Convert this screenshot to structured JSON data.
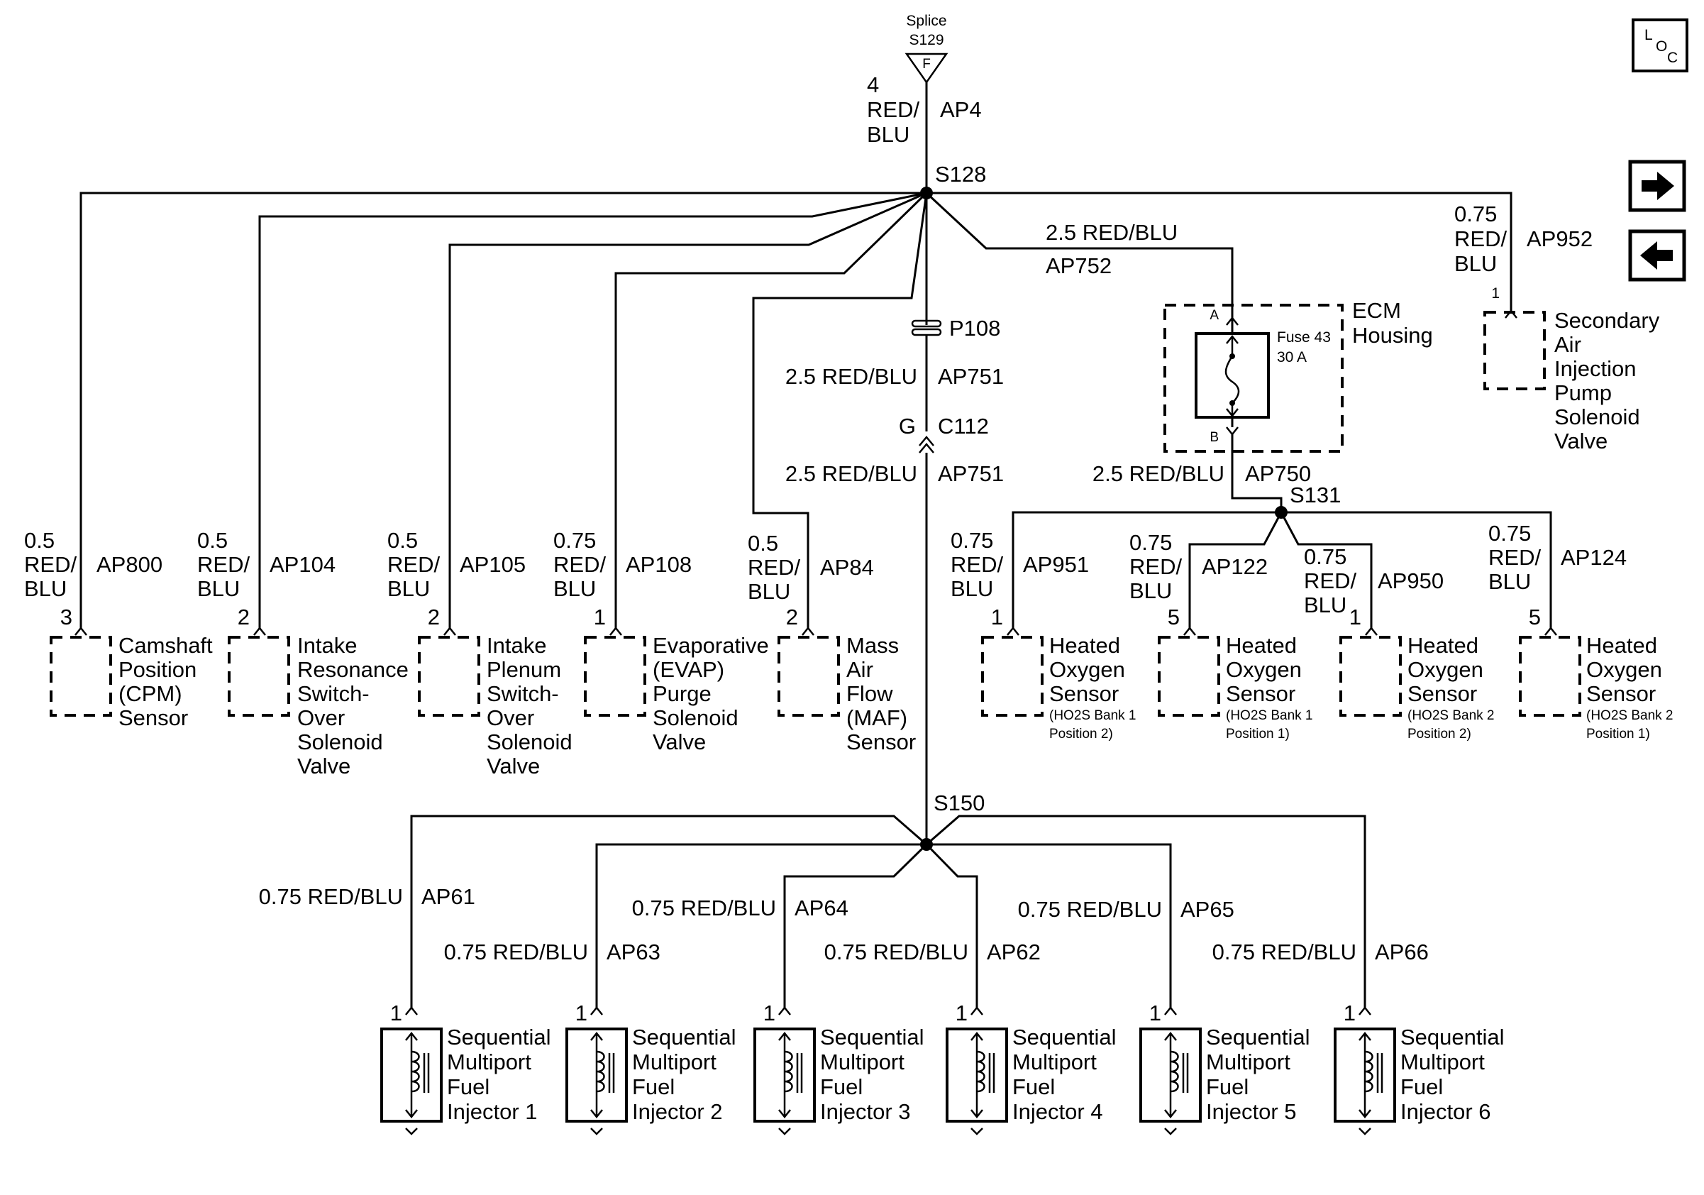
{
  "splice": {
    "label": "Splice",
    "id": "S129",
    "pin": "F",
    "gauge": "4",
    "color1": "RED/",
    "color2": "BLU",
    "circuit": "AP4"
  },
  "nodes": {
    "s128": "S128",
    "s150": "S150",
    "s131": "S131"
  },
  "fuse_path": {
    "p108": "P108",
    "wire1_gc": "2.5 RED/BLU",
    "wire1_circuit": "AP751",
    "c112_pin": "G",
    "c112": "C112",
    "wire2_gc": "2.5 RED/BLU",
    "wire2_circuit": "AP751"
  },
  "ecm": {
    "wire_in_gc": "2.5 RED/BLU",
    "wire_in_circuit": "AP752",
    "housing1": "ECM",
    "housing2": "Housing",
    "fuse_name": "Fuse 43",
    "fuse_rating": "30 A",
    "pin_a": "A",
    "pin_b": "B",
    "wire_out_gc": "2.5 RED/BLU",
    "wire_out_circuit": "AP750"
  },
  "secondary_air": {
    "gauge": "0.75",
    "color1": "RED/",
    "color2": "BLU",
    "circuit": "AP952",
    "pin": "1",
    "name": [
      "Secondary",
      "Air",
      "Injection",
      "Pump",
      "Solenoid",
      "Valve"
    ]
  },
  "sensors": [
    {
      "gauge": "0.5",
      "color1": "RED/",
      "color2": "BLU",
      "circuit": "AP800",
      "pin": "3",
      "name": [
        "Camshaft",
        "Position",
        "(CPM)",
        "Sensor"
      ]
    },
    {
      "gauge": "0.5",
      "color1": "RED/",
      "color2": "BLU",
      "circuit": "AP104",
      "pin": "2",
      "name": [
        "Intake",
        "Resonance",
        "Switch-",
        "Over",
        "Solenoid",
        "Valve"
      ]
    },
    {
      "gauge": "0.5",
      "color1": "RED/",
      "color2": "BLU",
      "circuit": "AP105",
      "pin": "2",
      "name": [
        "Intake",
        "Plenum",
        "Switch-",
        "Over",
        "Solenoid",
        "Valve"
      ]
    },
    {
      "gauge": "0.75",
      "color1": "RED/",
      "color2": "BLU",
      "circuit": "AP108",
      "pin": "1",
      "name": [
        "Evaporative",
        "(EVAP)",
        "Purge",
        "Solenoid",
        "Valve"
      ]
    },
    {
      "gauge": "0.5",
      "color1": "RED/",
      "color2": "BLU",
      "circuit": "AP84",
      "pin": "2",
      "name": [
        "Mass",
        "Air",
        "Flow",
        "(MAF)",
        "Sensor"
      ]
    }
  ],
  "ho2s": [
    {
      "gauge": "0.75",
      "color1": "RED/",
      "color2": "BLU",
      "circuit": "AP951",
      "pin": "1",
      "name": [
        "Heated",
        "Oxygen",
        "Sensor"
      ],
      "sub": [
        "(HO2S Bank 1",
        "Position 2)"
      ]
    },
    {
      "gauge": "0.75",
      "color1": "RED/",
      "color2": "BLU",
      "circuit": "AP122",
      "pin": "5",
      "name": [
        "Heated",
        "Oxygen",
        "Sensor"
      ],
      "sub": [
        "(HO2S Bank 1",
        "Position 1)"
      ]
    },
    {
      "gauge": "0.75",
      "color1": "RED/",
      "color2": "BLU",
      "circuit": "AP950",
      "pin": "1",
      "name": [
        "Heated",
        "Oxygen",
        "Sensor"
      ],
      "sub": [
        "(HO2S Bank 2",
        "Position 2)"
      ]
    },
    {
      "gauge": "0.75",
      "color1": "RED/",
      "color2": "BLU",
      "circuit": "AP124",
      "pin": "5",
      "name": [
        "Heated",
        "Oxygen",
        "Sensor"
      ],
      "sub": [
        "(HO2S Bank 2",
        "Position 1)"
      ]
    }
  ],
  "injectors": [
    {
      "gc": "0.75 RED/BLU",
      "circuit": "AP61",
      "pin": "1",
      "name": [
        "Sequential",
        "Multiport",
        "Fuel",
        "Injector 1"
      ]
    },
    {
      "gc": "0.75 RED/BLU",
      "circuit": "AP63",
      "pin": "1",
      "name": [
        "Sequential",
        "Multiport",
        "Fuel",
        "Injector 2"
      ]
    },
    {
      "gc": "0.75 RED/BLU",
      "circuit": "AP64",
      "pin": "1",
      "name": [
        "Sequential",
        "Multiport",
        "Fuel",
        "Injector 3"
      ]
    },
    {
      "gc": "0.75 RED/BLU",
      "circuit": "AP62",
      "pin": "1",
      "name": [
        "Sequential",
        "Multiport",
        "Fuel",
        "Injector 4"
      ]
    },
    {
      "gc": "0.75 RED/BLU",
      "circuit": "AP65",
      "pin": "1",
      "name": [
        "Sequential",
        "Multiport",
        "Fuel",
        "Injector 5"
      ]
    },
    {
      "gc": "0.75 RED/BLU",
      "circuit": "AP66",
      "pin": "1",
      "name": [
        "Sequential",
        "Multiport",
        "Fuel",
        "Injector 6"
      ]
    }
  ],
  "nav": {
    "loc_l": "L",
    "loc_o": "O",
    "loc_c": "C",
    "next_icon": "arrow-right-icon",
    "prev_icon": "arrow-left-icon"
  }
}
